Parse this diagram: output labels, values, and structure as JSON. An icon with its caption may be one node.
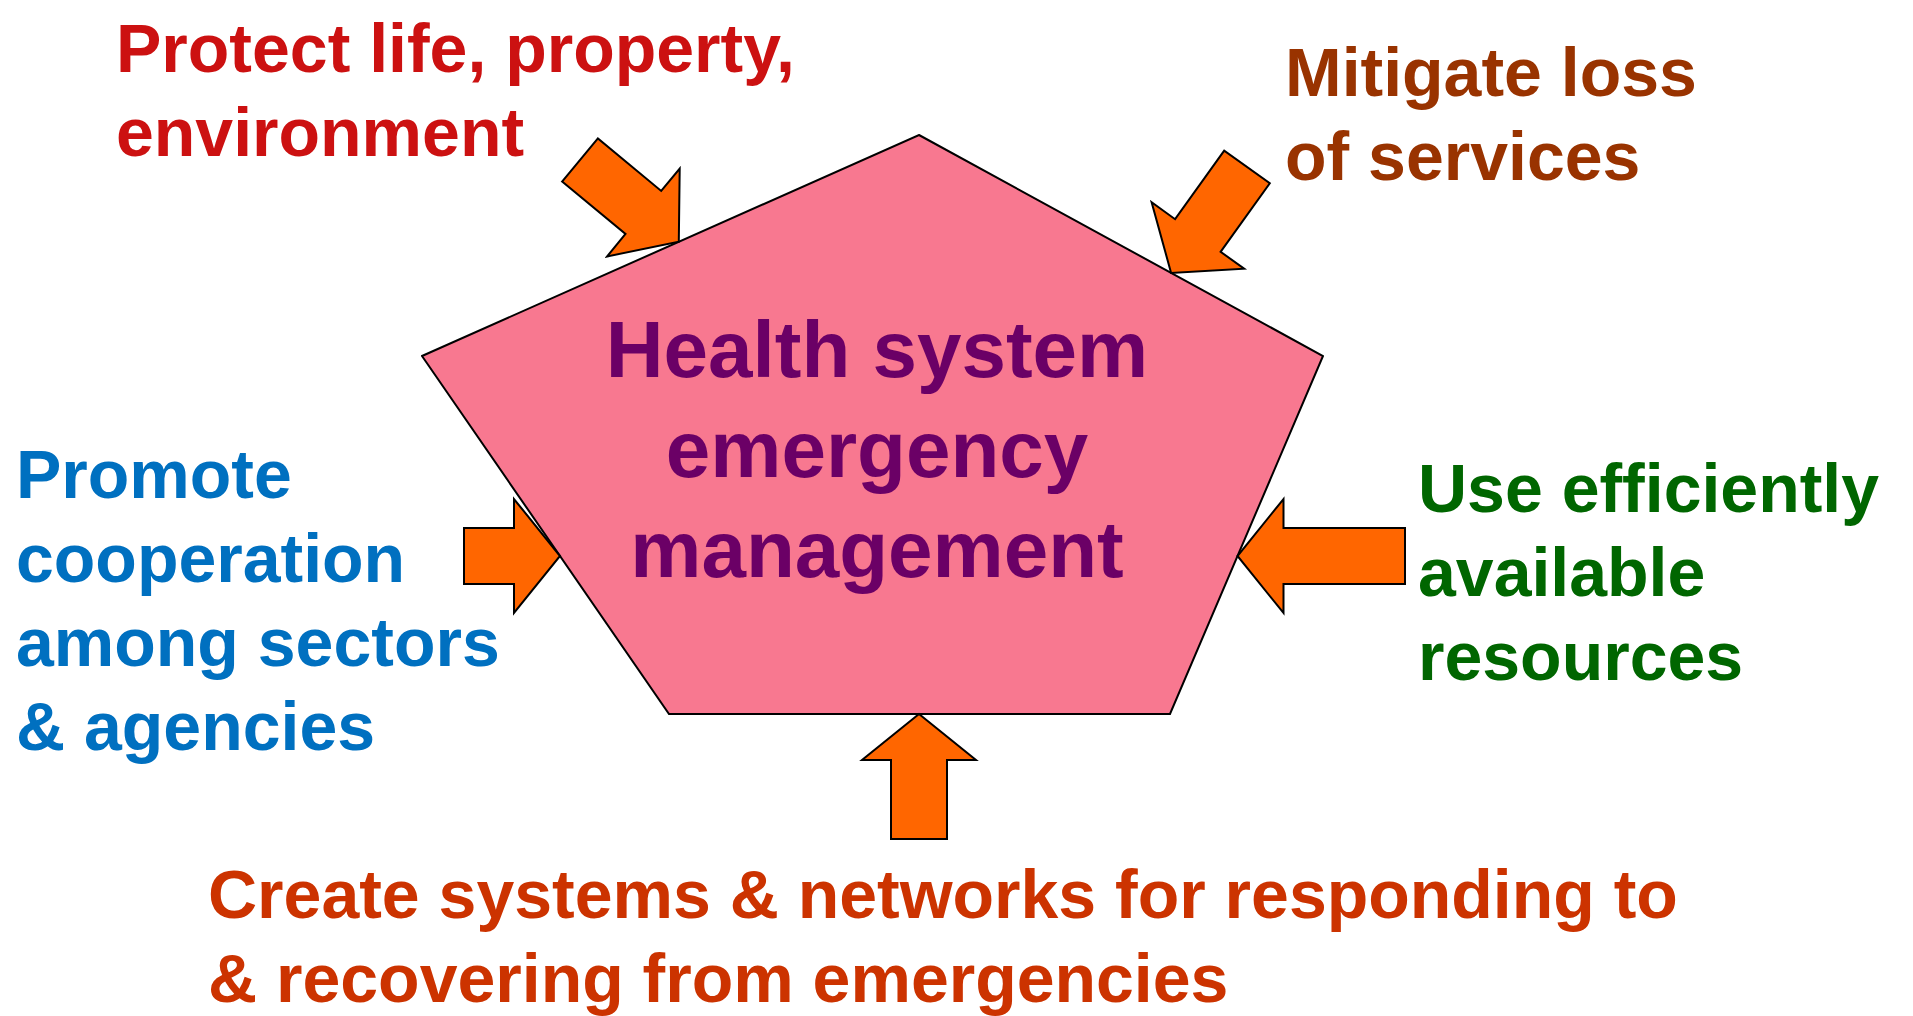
{
  "diagram": {
    "nodes": [
      {
        "text": [
          "Health system emergency management"
        ]
      },
      {
        "text": [
          "Protect life, property, environment"
        ]
      },
      {
        "text": [
          "Mitigate loss of services"
        ]
      },
      {
        "text": [
          "Promote cooperation among sectors & agencies"
        ]
      },
      {
        "text": [
          "Use efficiently available resources"
        ]
      },
      {
        "text": [
          "Create systems & networks for responding to & recovering from emergencies"
        ]
      }
    ],
    "edges": [
      {
        "from": 1,
        "to": 0,
        "arrow": "to"
      },
      {
        "from": 2,
        "to": 0,
        "arrow": "to"
      },
      {
        "from": 3,
        "to": 0,
        "arrow": "to"
      },
      {
        "from": 4,
        "to": 0,
        "arrow": "to"
      },
      {
        "from": 5,
        "to": 0,
        "arrow": "to"
      }
    ]
  }
}
